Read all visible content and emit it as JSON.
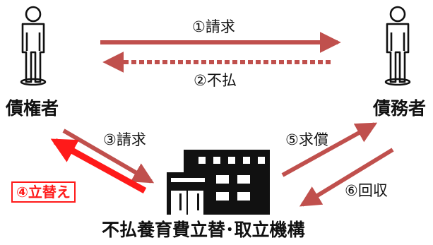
{
  "creditor": {
    "label": "債権者"
  },
  "debtor": {
    "label": "債務者"
  },
  "agency": {
    "label": "不払養育費立替･取立機構"
  },
  "steps": {
    "s1": "①請求",
    "s2": "②不払",
    "s3": "③請求",
    "s4": "④立替え",
    "s5": "⑤求償",
    "s6": "⑥回収"
  },
  "colors": {
    "arrow_main": "#c0504d",
    "arrow_highlight": "#ff1a1a",
    "figure_stroke": "#111111"
  }
}
